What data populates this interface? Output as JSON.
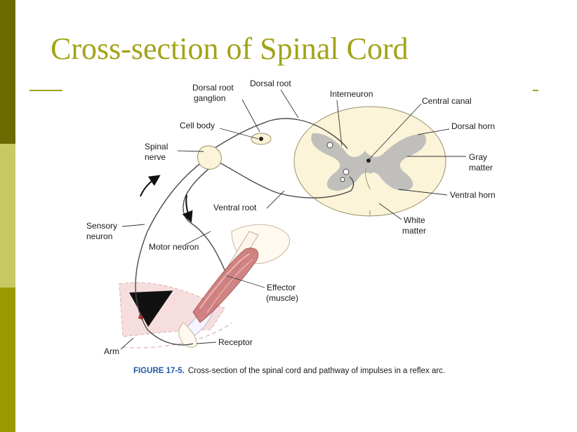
{
  "slide": {
    "title": "Cross-section of Spinal Cord"
  },
  "theme": {
    "accent": "#a3a31a",
    "bar_dark": "#6b6b00",
    "bar_light": "#c9c964",
    "bar_mid": "#9a9a00",
    "cord_fill": "#fbf4d8",
    "gray_matter": "#b9b9b9",
    "muscle": "#c96f6f",
    "nerve": "#4a4a4a"
  },
  "figure": {
    "labels": {
      "dorsal_root_ganglion_1": "Dorsal root",
      "dorsal_root_ganglion_2": "ganglion",
      "dorsal_root": "Dorsal root",
      "interneuron": "Interneuron",
      "central_canal": "Central canal",
      "cell_body": "Cell body",
      "dorsal_horn": "Dorsal horn",
      "spinal_nerve_1": "Spinal",
      "spinal_nerve_2": "nerve",
      "gray_matter_1": "Gray",
      "gray_matter_2": "matter",
      "ventral_root": "Ventral root",
      "ventral_horn": "Ventral horn",
      "sensory_neuron_1": "Sensory",
      "sensory_neuron_2": "neuron",
      "white_matter_1": "White",
      "white_matter_2": "matter",
      "motor_neuron": "Motor neuron",
      "effector_1": "Effector",
      "effector_2": "(muscle)",
      "receptor": "Receptor",
      "arm": "Arm"
    },
    "caption": {
      "label": "FIGURE 17-5.",
      "text": "Cross-section of the spinal cord and pathway of impulses in a reflex arc."
    }
  }
}
